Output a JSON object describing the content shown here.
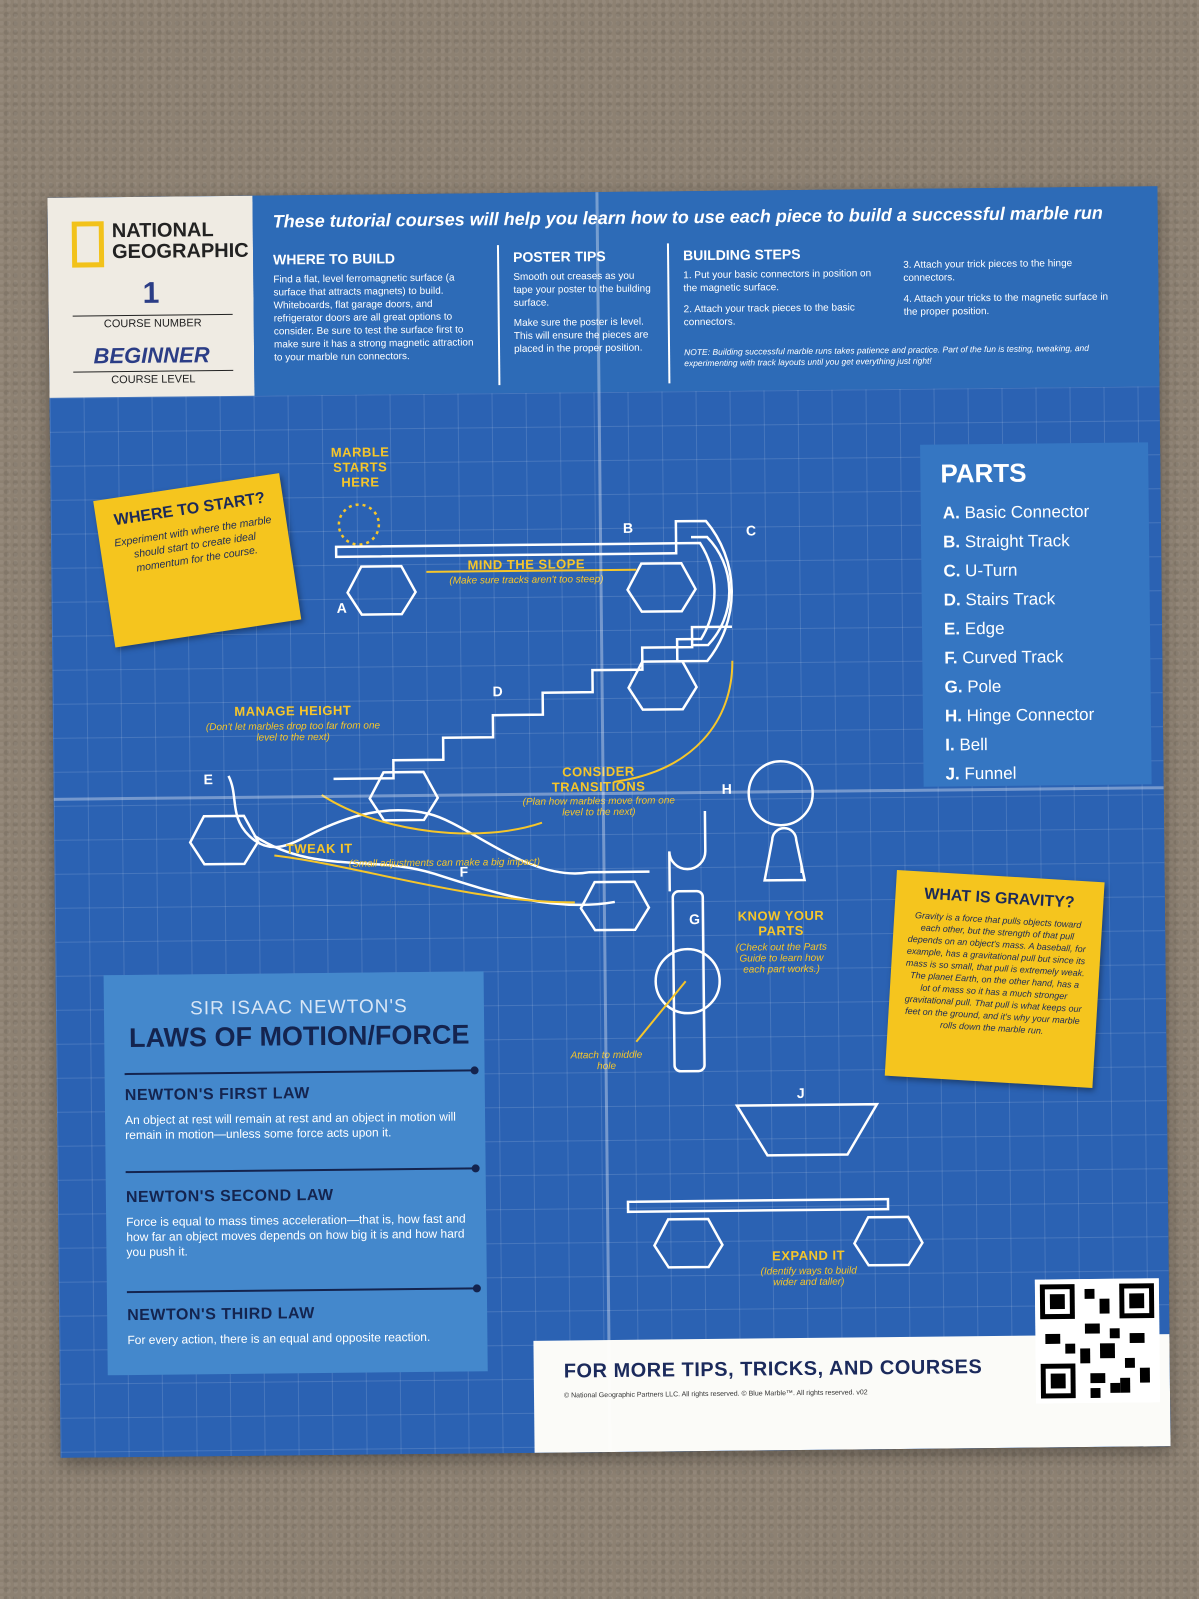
{
  "logo": {
    "line1": "NATIONAL",
    "line2": "GEOGRAPHIC"
  },
  "course": {
    "number": "1",
    "number_label": "COURSE NUMBER",
    "level": "BEGINNER",
    "level_label": "COURSE LEVEL"
  },
  "header": {
    "title": "These tutorial courses will help you learn how to use each piece to build a successful marble run",
    "where_title": "WHERE TO BUILD",
    "where_body": "Find a flat, level ferromagnetic surface (a surface that attracts magnets) to build. Whiteboards, flat garage doors, and refrigerator doors are all great options to consider. Be sure to test the surface first to make sure it has a strong magnetic attraction to your marble run connectors.",
    "tips_title": "POSTER TIPS",
    "tips_body1": "Smooth out creases as you tape your poster to the building surface.",
    "tips_body2": "Make sure the poster is level. This will ensure the pieces are placed in the proper position.",
    "steps_title": "BUILDING STEPS",
    "step1": "1. Put your basic connectors in position on the magnetic surface.",
    "step2": "2. Attach your track pieces to the basic connectors.",
    "step3": "3. Attach your trick pieces to the hinge connectors.",
    "step4": "4. Attach your tricks to the magnetic surface in the proper position.",
    "note": "NOTE: Building successful marble runs takes patience and practice. Part of the fun is testing, tweaking, and experimenting with track layouts until you get everything just right!"
  },
  "parts": {
    "title": "PARTS",
    "items": [
      {
        "k": "A.",
        "v": "Basic Connector"
      },
      {
        "k": "B.",
        "v": "Straight Track"
      },
      {
        "k": "C.",
        "v": "U-Turn"
      },
      {
        "k": "D.",
        "v": "Stairs Track"
      },
      {
        "k": "E.",
        "v": "Edge"
      },
      {
        "k": "F.",
        "v": "Curved Track"
      },
      {
        "k": "G.",
        "v": "Pole"
      },
      {
        "k": "H.",
        "v": "Hinge Connector"
      },
      {
        "k": "I.",
        "v": "Bell"
      },
      {
        "k": "J.",
        "v": "Funnel"
      }
    ]
  },
  "sticky_start": {
    "title": "WHERE TO START?",
    "body": "Experiment with where the marble should start to create ideal momentum for the course."
  },
  "sticky_gravity": {
    "title": "WHAT IS GRAVITY?",
    "body": "Gravity is a force that pulls objects toward each other, but the strength of that pull depends on an object's mass. A baseball, for example, has a gravitational pull but since its mass is so small, that pull is extremely weak. The planet Earth, on the other hand, has a lot of mass so it has a much stronger gravitational pull. That pull is what keeps our feet on the ground, and it's why your marble rolls down the marble run."
  },
  "diagram": {
    "marble_starts": "MARBLE STARTS HERE",
    "mind_slope": "MIND THE SLOPE",
    "mind_slope_sub": "(Make sure tracks aren't too steep)",
    "manage_height": "MANAGE HEIGHT",
    "manage_height_sub": "(Don't let marbles drop too far from one level to the next)",
    "consider": "CONSIDER TRANSITIONS",
    "consider_sub": "(Plan how marbles move from one level to the next)",
    "tweak": "TWEAK IT",
    "tweak_sub": "(Small adjustments can make a big impact)",
    "know_parts": "KNOW YOUR PARTS",
    "know_parts_sub": "(Check out the Parts Guide to learn how each part works.)",
    "attach": "Attach to middle hole",
    "expand": "EXPAND IT",
    "expand_sub": "(Identify ways to build wider and taller)"
  },
  "newton": {
    "pre": "SIR ISAAC NEWTON'S",
    "title": "LAWS OF MOTION/FORCE",
    "law1_title": "NEWTON'S FIRST LAW",
    "law1_body": "An object at rest will remain at rest and an object in motion will remain in motion—unless some force acts upon it.",
    "law2_title": "NEWTON'S SECOND LAW",
    "law2_body": "Force is equal to mass times acceleration—that is, how fast and how far an object moves depends on how big it is and how hard you push it.",
    "law3_title": "NEWTON'S THIRD LAW",
    "law3_body": "For every action, there is an equal and opposite reaction."
  },
  "footer": {
    "title": "FOR MORE TIPS, TRICKS, AND COURSES",
    "copyright": "© National Geographic Partners LLC. All rights reserved. © Blue Marble™. All rights reserved. v02"
  }
}
